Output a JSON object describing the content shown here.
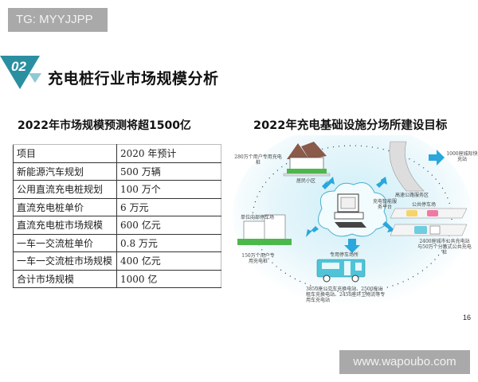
{
  "watermarks": {
    "top": "TG: MYYJJPP",
    "bottom": "www.wapoubo.com"
  },
  "header": {
    "section_number": "02",
    "title": "充电桩行业市场规模分析",
    "colors": {
      "teal": "#2a8fa0",
      "light_teal": "#8fc9d3"
    }
  },
  "left_panel": {
    "title": "2022年市场规模预测将超1500亿",
    "table": {
      "rows": [
        {
          "item": "项目",
          "value": "2020 年预计"
        },
        {
          "item": "新能源汽车规划",
          "value": "500 万辆"
        },
        {
          "item": "公用直流充电桩规划",
          "value": "100 万个"
        },
        {
          "item": "直流充电桩单价",
          "value": "6 万元"
        },
        {
          "item": "直流充电桩市场规模",
          "value": "600 亿元"
        },
        {
          "item": "一车一交流桩单价",
          "value": "0.8 万元"
        },
        {
          "item": "一车一交流桩市场规模",
          "value": "400 亿元"
        },
        {
          "item": "合计市场规模",
          "value": "1000 亿"
        }
      ]
    }
  },
  "right_panel": {
    "title": "2022年充电基础设施分场所建设目标",
    "diagram": {
      "center_label": "充电智能服务平台",
      "nodes": [
        {
          "place": "居民小区",
          "target": "280万个用户专用充电桩"
        },
        {
          "place": "高速公路服务区",
          "target": "1000座城际快充站"
        },
        {
          "place": "公共停车场",
          "target": "2400座城市公共充电站与50万个分散式公共充电桩"
        },
        {
          "place": "专用停车场所",
          "target": "3850座公交车充换电站、2500座出租车充换电站、2450座环卫物流等专用车充电站"
        },
        {
          "place": "单位内部停车场",
          "target": "150万个用户专用充电桩"
        }
      ]
    }
  },
  "footer": {
    "page_number": "16"
  }
}
